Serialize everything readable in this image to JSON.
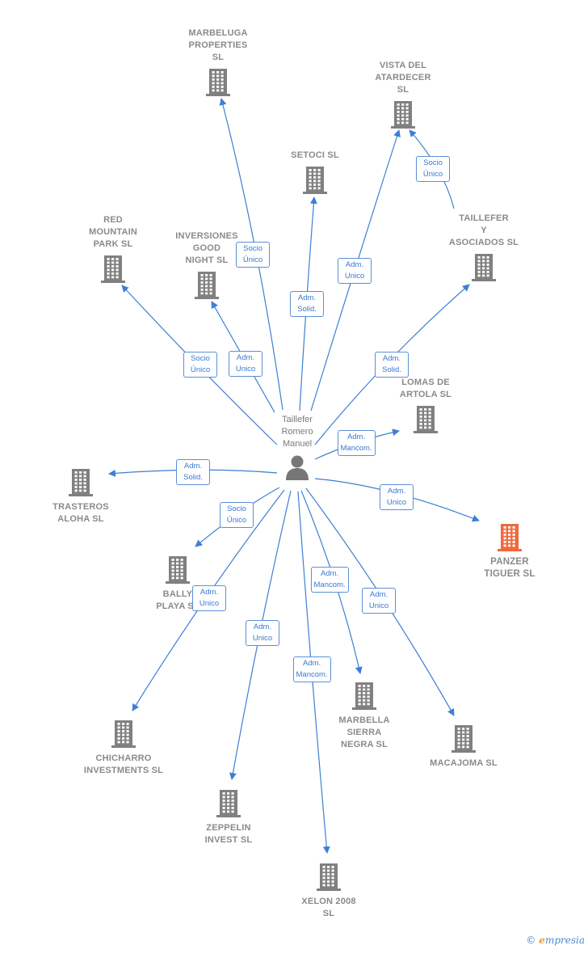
{
  "colors": {
    "edge": "#3d7fd4",
    "building": "#808080",
    "highlight": "#f0693c"
  },
  "center": {
    "name": "Taillefer\nRomero\nManuel",
    "icon": "person-icon"
  },
  "companies": [
    {
      "id": "marbeluga",
      "name": "MARBELUGA\nPROPERTIES\nSL"
    },
    {
      "id": "vista",
      "name": "VISTA DEL\nATARDECER\nSL"
    },
    {
      "id": "setoci",
      "name": "SETOCI  SL"
    },
    {
      "id": "red",
      "name": "RED\nMOUNTAIN\nPARK  SL"
    },
    {
      "id": "inversiones",
      "name": "INVERSIONES\nGOOD\nNIGHT SL"
    },
    {
      "id": "taillefer",
      "name": "TAILLEFER\nY\nASOCIADOS SL"
    },
    {
      "id": "lomas",
      "name": "LOMAS DE\nARTOLA  SL"
    },
    {
      "id": "trasteros",
      "name": "TRASTEROS\nALOHA  SL"
    },
    {
      "id": "panzer",
      "name": "PANZER\nTIGUER  SL",
      "highlight": true
    },
    {
      "id": "bally",
      "name": "BALLY\nPLAYA  SL"
    },
    {
      "id": "chicharro",
      "name": "CHICHARRO\nINVESTMENTS SL"
    },
    {
      "id": "zeppelin",
      "name": "ZEPPELIN\nINVEST  SL"
    },
    {
      "id": "xelon",
      "name": "XELON 2008\nSL"
    },
    {
      "id": "marbella",
      "name": "MARBELLA\nSIERRA\nNEGRA SL"
    },
    {
      "id": "macajoma",
      "name": "MACAJOMA  SL"
    }
  ],
  "relations": [
    {
      "from": "center",
      "to": "marbeluga",
      "label": "Socio\nÚnico"
    },
    {
      "from": "center",
      "to": "setoci",
      "label": "Adm.\nSolid."
    },
    {
      "from": "center",
      "to": "vista",
      "label": "Adm.\nUnico"
    },
    {
      "from": "taillefer",
      "to": "vista",
      "label": "Socio\nÚnico"
    },
    {
      "from": "center",
      "to": "red",
      "label": "Socio\nÚnico"
    },
    {
      "from": "center",
      "to": "inversiones",
      "label": "Adm.\nUnico"
    },
    {
      "from": "center",
      "to": "taillefer",
      "label": "Adm.\nSolid."
    },
    {
      "from": "center",
      "to": "lomas",
      "label": "Adm.\nMancom."
    },
    {
      "from": "center",
      "to": "trasteros",
      "label": "Adm.\nSolid."
    },
    {
      "from": "center",
      "to": "panzer",
      "label": "Adm.\nUnico"
    },
    {
      "from": "center",
      "to": "bally",
      "label": "Socio\nÚnico"
    },
    {
      "from": "center",
      "to": "chicharro",
      "label": "Adm.\nUnico"
    },
    {
      "from": "center",
      "to": "zeppelin",
      "label": "Adm.\nUnico"
    },
    {
      "from": "center",
      "to": "xelon",
      "label": "Adm.\nMancom."
    },
    {
      "from": "center",
      "to": "marbella",
      "label": "Adm.\nMancom."
    },
    {
      "from": "center",
      "to": "macajoma",
      "label": "Adm.\nUnico"
    }
  ],
  "footer": {
    "copyright": "©",
    "brand_initial": "e",
    "brand_rest": "mpresia"
  }
}
